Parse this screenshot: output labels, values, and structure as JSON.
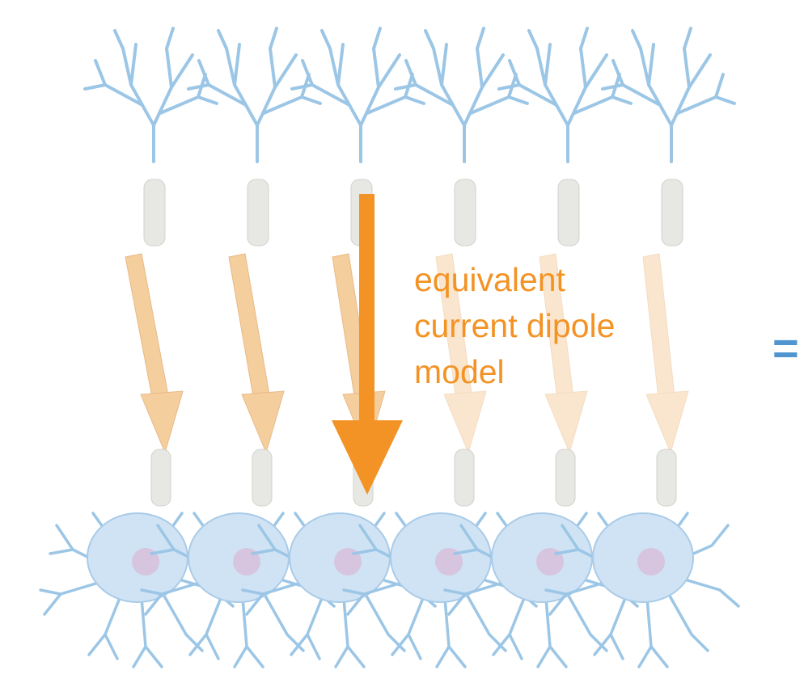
{
  "label": {
    "lines": [
      "equivalent",
      "current dipole",
      "model"
    ]
  },
  "equals_sign": "=",
  "neuron_count": 6,
  "colors": {
    "dendrite": "#9cc6e6",
    "soma": "#cfe3f4",
    "soma_stroke": "#a9cbe8",
    "nucleus": "#d7c4de",
    "axon": "#e7e7e3",
    "small_arrow": "#f5c994",
    "dipole_arrow": "#f39325",
    "equals": "#4f96d1"
  }
}
